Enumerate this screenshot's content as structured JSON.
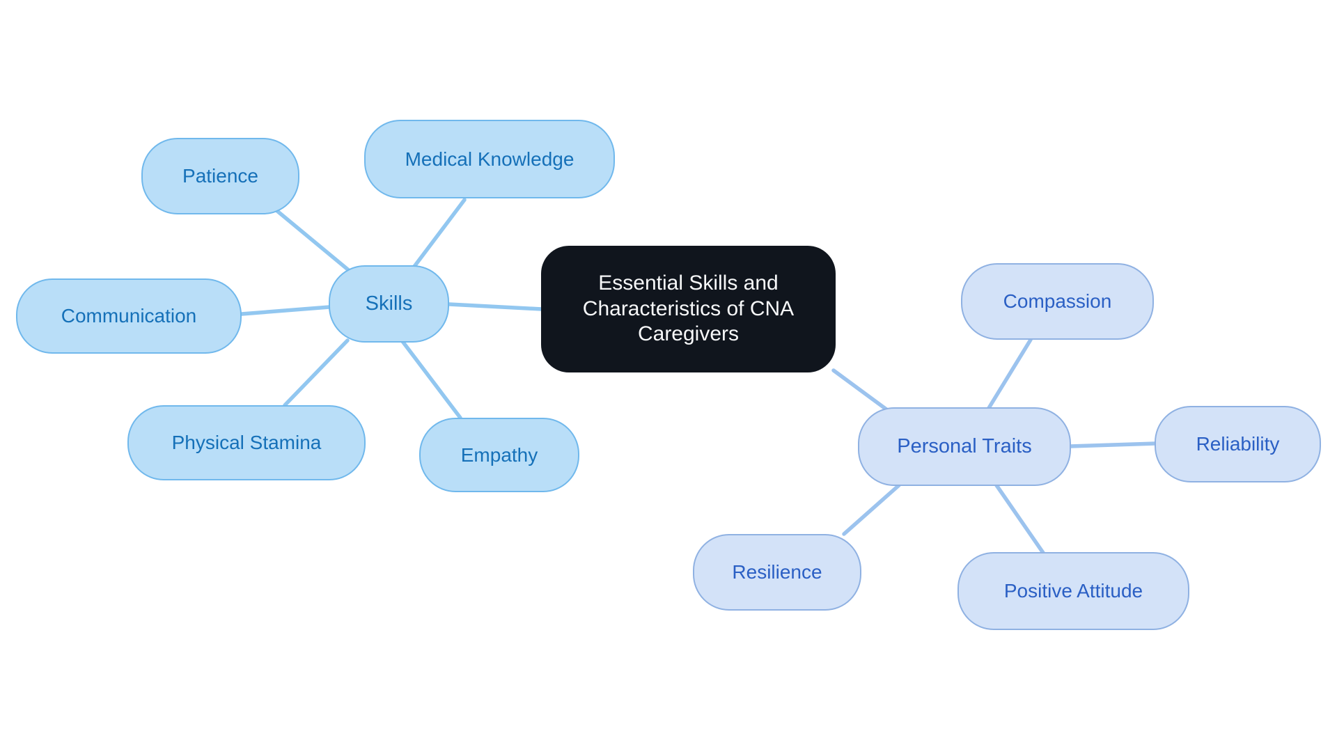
{
  "diagram": {
    "type": "mindmap",
    "central": {
      "label": "Essential Skills and Characteristics of CNA Caregivers"
    },
    "branches": [
      {
        "label": "Skills",
        "children": [
          {
            "label": "Patience"
          },
          {
            "label": "Medical Knowledge"
          },
          {
            "label": "Communication"
          },
          {
            "label": "Physical Stamina"
          },
          {
            "label": "Empathy"
          }
        ]
      },
      {
        "label": "Personal Traits",
        "children": [
          {
            "label": "Compassion"
          },
          {
            "label": "Reliability"
          },
          {
            "label": "Resilience"
          },
          {
            "label": "Positive Attitude"
          }
        ]
      }
    ],
    "colors": {
      "background": "#ffffff",
      "central_fill": "#10151d",
      "central_text": "#f7f8f9",
      "skills_fill": "#b9def8",
      "skills_border": "#70b8ec",
      "skills_text": "#1570b8",
      "skills_edge": "#92c7f0",
      "traits_fill": "#d3e2f8",
      "traits_border": "#8fb1e2",
      "traits_text": "#2a5fc4",
      "traits_edge": "#9cc3ee"
    }
  }
}
